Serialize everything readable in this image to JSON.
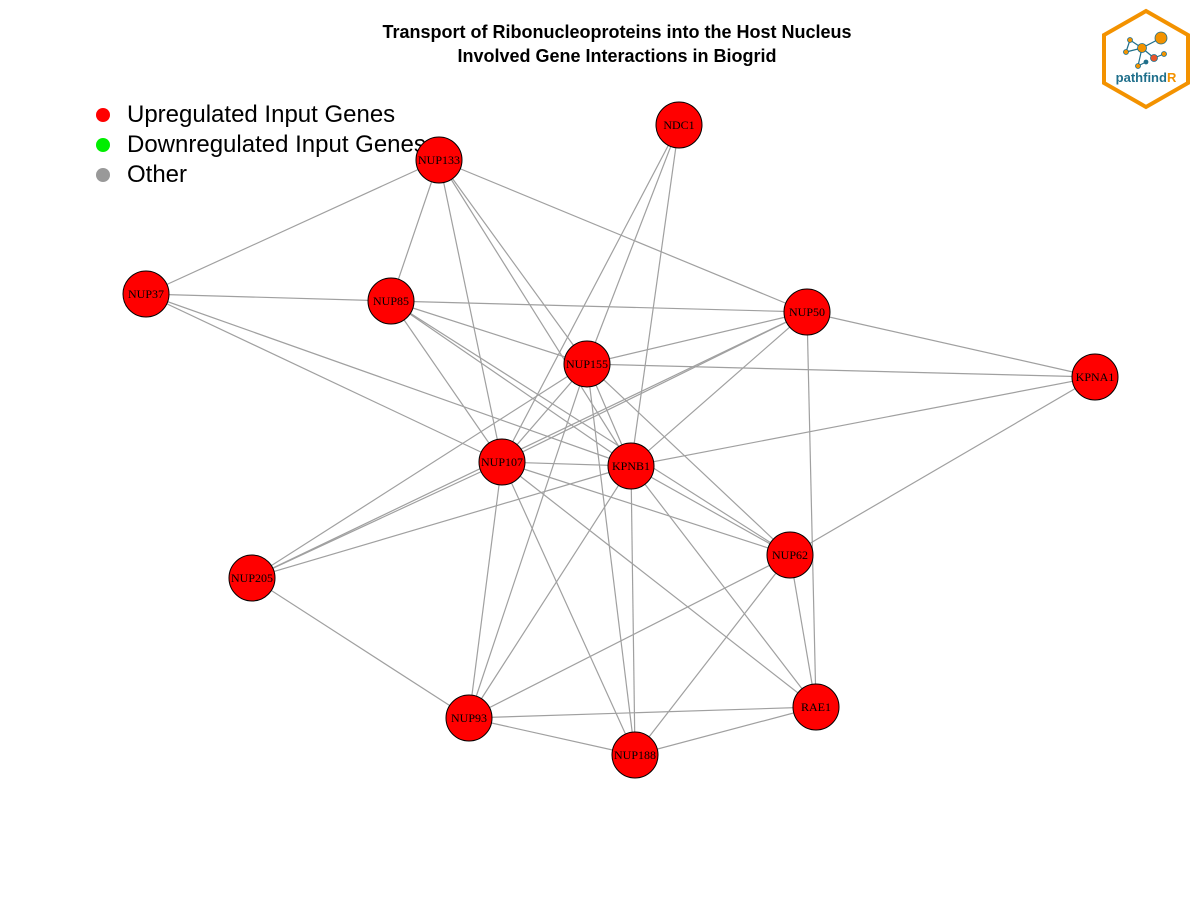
{
  "title": {
    "line1": "Transport of Ribonucleoproteins into the Host Nucleus",
    "line2": "Involved Gene Interactions in Biogrid"
  },
  "legend": {
    "items": [
      {
        "label": "Upregulated Input Genes",
        "color": "#ff0000"
      },
      {
        "label": "Downregulated Input Genes",
        "color": "#00ee00"
      },
      {
        "label": "Other",
        "color": "#999999"
      }
    ]
  },
  "colors": {
    "node_fill": "#ff0000",
    "node_stroke": "#000000",
    "edge": "#a0a0a0",
    "logo_border": "#f39200",
    "logo_text": "#1f6f8b",
    "logo_accent": "#f39200"
  },
  "logo": {
    "text": "pathfind",
    "accent": "R"
  },
  "nodes": [
    {
      "id": "NDC1",
      "label": "NDC1",
      "status": "upregulated"
    },
    {
      "id": "NUP133",
      "label": "NUP133",
      "status": "upregulated"
    },
    {
      "id": "NUP37",
      "label": "NUP37",
      "status": "upregulated"
    },
    {
      "id": "NUP85",
      "label": "NUP85",
      "status": "upregulated"
    },
    {
      "id": "NUP50",
      "label": "NUP50",
      "status": "upregulated"
    },
    {
      "id": "NUP155",
      "label": "NUP155",
      "status": "upregulated"
    },
    {
      "id": "KPNA1",
      "label": "KPNA1",
      "status": "upregulated"
    },
    {
      "id": "NUP107",
      "label": "NUP107",
      "status": "upregulated"
    },
    {
      "id": "KPNB1",
      "label": "KPNB1",
      "status": "upregulated"
    },
    {
      "id": "NUP62",
      "label": "NUP62",
      "status": "upregulated"
    },
    {
      "id": "NUP205",
      "label": "NUP205",
      "status": "upregulated"
    },
    {
      "id": "NUP93",
      "label": "NUP93",
      "status": "upregulated"
    },
    {
      "id": "RAE1",
      "label": "RAE1",
      "status": "upregulated"
    },
    {
      "id": "NUP188",
      "label": "NUP188",
      "status": "upregulated"
    }
  ],
  "edges": [
    [
      "NDC1",
      "NUP107"
    ],
    [
      "NDC1",
      "NUP155"
    ],
    [
      "NDC1",
      "KPNB1"
    ],
    [
      "NUP133",
      "NUP37"
    ],
    [
      "NUP133",
      "NUP85"
    ],
    [
      "NUP133",
      "NUP155"
    ],
    [
      "NUP133",
      "NUP107"
    ],
    [
      "NUP133",
      "KPNB1"
    ],
    [
      "NUP133",
      "NUP50"
    ],
    [
      "NUP37",
      "NUP85"
    ],
    [
      "NUP37",
      "NUP107"
    ],
    [
      "NUP37",
      "KPNB1"
    ],
    [
      "NUP85",
      "NUP50"
    ],
    [
      "NUP85",
      "NUP155"
    ],
    [
      "NUP85",
      "NUP107"
    ],
    [
      "NUP85",
      "KPNB1"
    ],
    [
      "NUP85",
      "NUP62"
    ],
    [
      "NUP50",
      "NUP155"
    ],
    [
      "NUP50",
      "KPNA1"
    ],
    [
      "NUP50",
      "NUP107"
    ],
    [
      "NUP50",
      "KPNB1"
    ],
    [
      "NUP50",
      "RAE1"
    ],
    [
      "NUP50",
      "NUP205"
    ],
    [
      "NUP155",
      "KPNA1"
    ],
    [
      "NUP155",
      "NUP107"
    ],
    [
      "NUP155",
      "KPNB1"
    ],
    [
      "NUP155",
      "NUP62"
    ],
    [
      "NUP155",
      "NUP205"
    ],
    [
      "NUP155",
      "NUP93"
    ],
    [
      "NUP155",
      "NUP188"
    ],
    [
      "KPNA1",
      "KPNB1"
    ],
    [
      "KPNA1",
      "NUP62"
    ],
    [
      "NUP107",
      "KPNB1"
    ],
    [
      "NUP107",
      "NUP62"
    ],
    [
      "NUP107",
      "NUP205"
    ],
    [
      "NUP107",
      "NUP93"
    ],
    [
      "NUP107",
      "NUP188"
    ],
    [
      "NUP107",
      "RAE1"
    ],
    [
      "KPNB1",
      "NUP62"
    ],
    [
      "KPNB1",
      "NUP205"
    ],
    [
      "KPNB1",
      "NUP93"
    ],
    [
      "KPNB1",
      "NUP188"
    ],
    [
      "KPNB1",
      "RAE1"
    ],
    [
      "NUP62",
      "NUP93"
    ],
    [
      "NUP62",
      "NUP188"
    ],
    [
      "NUP62",
      "RAE1"
    ],
    [
      "NUP205",
      "NUP93"
    ],
    [
      "NUP93",
      "NUP188"
    ],
    [
      "NUP93",
      "RAE1"
    ],
    [
      "RAE1",
      "NUP188"
    ]
  ]
}
